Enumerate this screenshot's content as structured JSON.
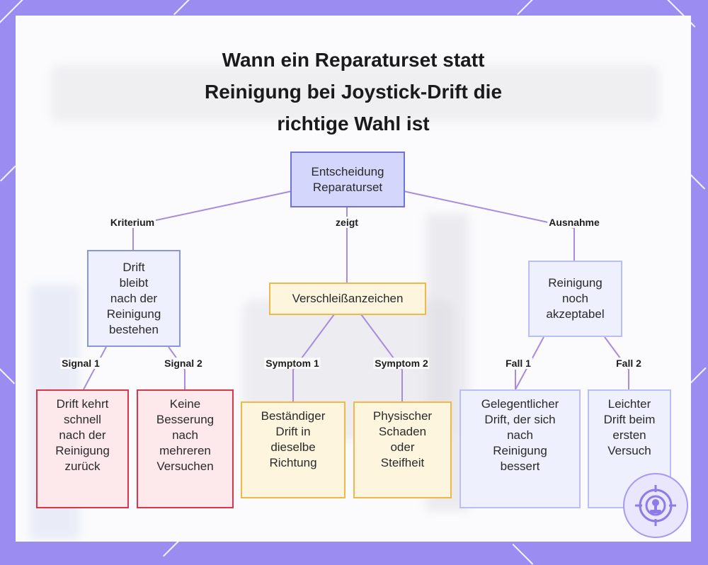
{
  "title_lines": [
    "Wann ein Reparaturset statt",
    "Reinigung bei Joystick-Drift die",
    "richtige Wahl ist"
  ],
  "nodes": {
    "root": "Entscheidung\nReparaturset",
    "criterion": "Drift\nbleibt\nnach der\nReinigung\nbestehen",
    "wear": "Verschleißanzeichen",
    "exception": "Reinigung\nnoch\nakzeptabel",
    "signal1": "Drift kehrt\nschnell\nnach der\nReinigung\nzurück",
    "signal2": "Keine\nBesserung\nnach\nmehreren\nVersuchen",
    "symptom1": "Beständiger\nDrift in\ndieselbe\nRichtung",
    "symptom2": "Physischer\nSchaden\noder\nSteifheit",
    "case1": "Gelegentlicher\nDrift, der sich\nnach\nReinigung\nbessert",
    "case2": "Leichter\nDrift beim\nersten\nVersuch"
  },
  "edge_labels": {
    "criterion": "Kriterium",
    "shows": "zeigt",
    "exception": "Ausnahme",
    "signal1": "Signal 1",
    "signal2": "Signal 2",
    "symptom1": "Symptom 1",
    "symptom2": "Symptom 2",
    "case1": "Fall 1",
    "case2": "Fall 2"
  },
  "colors": {
    "background": "#9b8cf2",
    "edge": "#a78be0",
    "root_fill": "#d4d6fb",
    "red_border": "#d9364b",
    "orange_border": "#efb84a"
  },
  "icons": {
    "logo": "target-joystick-icon"
  }
}
